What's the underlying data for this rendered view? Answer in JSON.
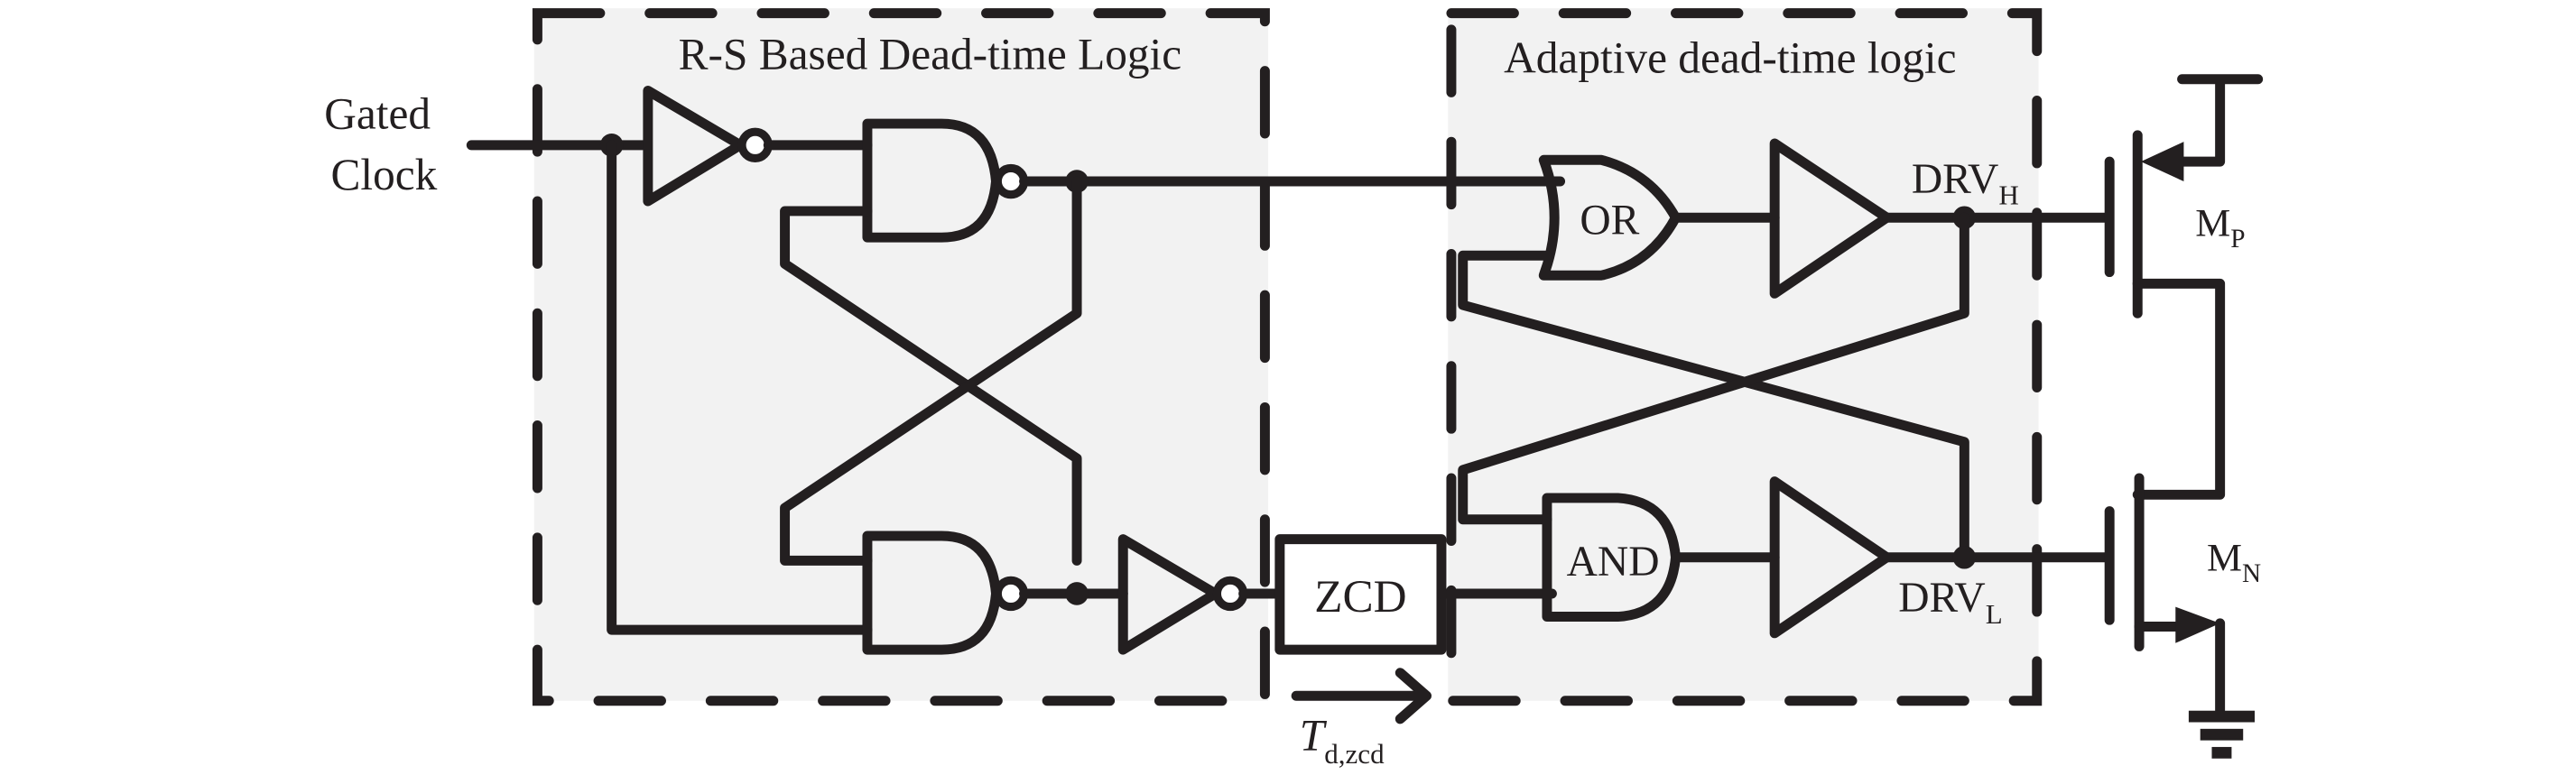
{
  "diagram": {
    "type": "circuit-schematic",
    "colors": {
      "line": "#231f20",
      "block_fill": "#f2f2f2",
      "background": "#ffffff"
    },
    "input": {
      "label_line1": "Gated",
      "label_line2": "Clock"
    },
    "blocks": {
      "rs": {
        "title": "R-S Based Dead-time Logic"
      },
      "adaptive": {
        "title": "Adaptive dead-time logic"
      }
    },
    "gates": {
      "or": "OR",
      "and": "AND",
      "zcd": "ZCD"
    },
    "signals": {
      "drv_h": {
        "main": "DRV",
        "sub": "H"
      },
      "drv_l": {
        "main": "DRV",
        "sub": "L"
      }
    },
    "transistors": {
      "mp": {
        "main": "M",
        "sub": "P"
      },
      "mn": {
        "main": "M",
        "sub": "N"
      }
    },
    "delay": {
      "main": "T",
      "sub": "d,zcd"
    }
  }
}
